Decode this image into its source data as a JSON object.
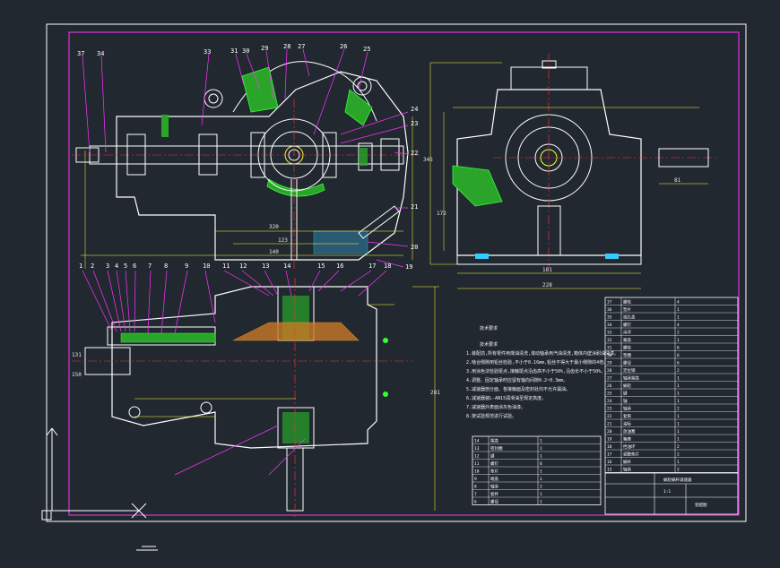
{
  "drawing": {
    "main_view": {
      "balloons_top": [
        "37",
        "34",
        "33",
        "31",
        "30",
        "29",
        "28",
        "27",
        "26",
        "25"
      ],
      "balloons_right": [
        "24",
        "23",
        "22",
        "21",
        "20",
        "19"
      ],
      "balloons_bottom_row": [
        "1",
        "2",
        "3",
        "4",
        "5",
        "6",
        "7",
        "8",
        "9",
        "10",
        "11",
        "12",
        "13",
        "14",
        "15",
        "16",
        "17",
        "18"
      ],
      "dims": {
        "d1": "320",
        "d2": "123",
        "d3": "140"
      }
    },
    "side_view": {
      "dims": {
        "height": "345",
        "mid": "172",
        "base_inner": "181",
        "base_outer": "228",
        "shaft": "81"
      }
    },
    "plan_view": {
      "dims": {
        "width_right": "281",
        "side_a": "131",
        "side_b": "150"
      }
    },
    "notes": {
      "heading1": "技术要求",
      "heading2": "技术要求",
      "lines": [
        "1.装配前,所有零件用煤油清洗,滚动轴承用汽油清洗,箱体内壁涂耐油油漆。",
        "2.啮合侧隙用铅丝检验,不小于0.16mm,铅丝不得大于最小侧隙的4倍。",
        "3.用涂色法检验斑点,接触斑点沿齿高不小于50%,沿齿长不小于50%。",
        "4.调整、固定轴承时应留有轴向间隙0.2~0.3mm。",
        "5.减速器剖分面、各接触面及密封处均不允许漏油。",
        "6.减速器装L-AN15润滑油至规定高度。",
        "7.减速器外表面涂灰色油漆。",
        "8.按试验规范进行试验。"
      ]
    },
    "bom_right": [
      {
        "no": "37",
        "name": "螺栓",
        "qty": "4"
      },
      {
        "no": "36",
        "name": "垫片",
        "qty": "1"
      },
      {
        "no": "35",
        "name": "视孔盖",
        "qty": "1"
      },
      {
        "no": "34",
        "name": "螺钉",
        "qty": "4"
      },
      {
        "no": "33",
        "name": "吊环",
        "qty": "2"
      },
      {
        "no": "32",
        "name": "箱盖",
        "qty": "1"
      },
      {
        "no": "31",
        "name": "螺栓",
        "qty": "6"
      },
      {
        "no": "30",
        "name": "垫圈",
        "qty": "6"
      },
      {
        "no": "29",
        "name": "螺母",
        "qty": "6"
      },
      {
        "no": "28",
        "name": "定位销",
        "qty": "2"
      },
      {
        "no": "27",
        "name": "轴承端盖",
        "qty": "1"
      },
      {
        "no": "26",
        "name": "蜗轮",
        "qty": "1"
      },
      {
        "no": "25",
        "name": "键",
        "qty": "1"
      },
      {
        "no": "24",
        "name": "轴",
        "qty": "1"
      },
      {
        "no": "23",
        "name": "轴承",
        "qty": "2"
      },
      {
        "no": "22",
        "name": "套筒",
        "qty": "1"
      },
      {
        "no": "21",
        "name": "油标",
        "qty": "1"
      },
      {
        "no": "20",
        "name": "放油塞",
        "qty": "1"
      },
      {
        "no": "19",
        "name": "箱座",
        "qty": "1"
      },
      {
        "no": "18",
        "name": "挡油环",
        "qty": "2"
      },
      {
        "no": "17",
        "name": "调整垫片",
        "qty": "2"
      },
      {
        "no": "16",
        "name": "蜗杆",
        "qty": "1"
      },
      {
        "no": "15",
        "name": "轴承",
        "qty": "2"
      }
    ],
    "bom_left": [
      {
        "no": "14",
        "name": "端盖",
        "qty": "1"
      },
      {
        "no": "13",
        "name": "密封圈",
        "qty": "1"
      },
      {
        "no": "12",
        "name": "键",
        "qty": "1"
      },
      {
        "no": "11",
        "name": "螺钉",
        "qty": "8"
      },
      {
        "no": "10",
        "name": "垫片",
        "qty": "1"
      },
      {
        "no": "9",
        "name": "端盖",
        "qty": "1"
      },
      {
        "no": "8",
        "name": "轴承",
        "qty": "2"
      },
      {
        "no": "7",
        "name": "套杯",
        "qty": "1"
      },
      {
        "no": "6",
        "name": "螺母",
        "qty": "1"
      }
    ],
    "title_block": {
      "name": "蜗轮蜗杆减速器",
      "scale": "1:1",
      "drawing_no": "装配图"
    }
  }
}
